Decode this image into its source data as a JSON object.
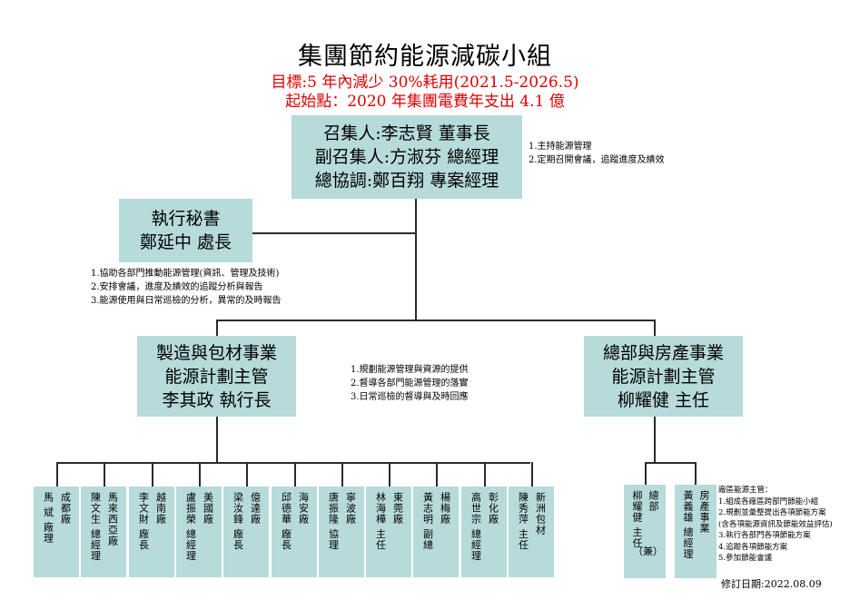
{
  "header": {
    "title": "集團節約能源減碳小組",
    "goal": "目標:5 年內減少 30%耗用(2021.5-2026.5)",
    "baseline": "起始點：2020 年集團電費年支出 4.1 億"
  },
  "convener": {
    "lines": [
      "召集人:李志賢 董事長",
      "副召集人:方淑芬 總經理",
      "總協調:鄭百翔 專案經理"
    ],
    "notes": [
      "1.主持能源管理",
      "2.定期召開會議，追蹤進度及績效"
    ]
  },
  "secretary": {
    "lines": [
      "執行秘書",
      "鄭延中 處長"
    ],
    "notes": [
      "1.協助各部門推動能源管理(資訊、管理及技術)",
      "2.安排會議，進度及績效的追蹤分析與報告",
      "3.能源使用與日常巡檢的分析，異常的及時報告"
    ]
  },
  "manufacturing": {
    "lines": [
      "製造與包材事業",
      "能源計劃主管",
      "李其政  執行長"
    ],
    "notes": [
      "1.規劃能源管理與資源的提供",
      "2.督導各部門能源管理的落實",
      "3.日常巡檢的督導與及時回應"
    ]
  },
  "general": {
    "lines": [
      "總部與房產事業",
      "能源計劃主管",
      "柳耀健  主任"
    ],
    "notes_title": "廠區能源主管：",
    "notes": [
      "1.組成各廠區跨部門節能小組",
      "2.規劃並彙整提出各項節能方案",
      "(含各項能源資訊及節能效益評估)",
      "3.執行各部門各項節能方案",
      "4.追蹤各項節能方案",
      "5.參加節能會議"
    ]
  },
  "plants": [
    {
      "unit": "成都廠",
      "person": "馬  斌  廠理"
    },
    {
      "unit": "馬來西亞廠",
      "person": "陳文生  總經理"
    },
    {
      "unit": "越南廠",
      "person": "李文財  廠長"
    },
    {
      "unit": "美國廠",
      "person": "盧振榮  總經理"
    },
    {
      "unit": "億達廠",
      "person": "梁汝鋒  廠長"
    },
    {
      "unit": "海安廠",
      "person": "邱德華  廠長"
    },
    {
      "unit": "寧波廠",
      "person": "唐振隆  協理"
    },
    {
      "unit": "東莞廠",
      "person": "林海樺  主任"
    },
    {
      "unit": "楊梅廠",
      "person": "黃志明  副總"
    },
    {
      "unit": "彰化廠",
      "person": "高世宗  總經理"
    },
    {
      "unit": "新洲包材",
      "person": "陳秀萍  主任"
    }
  ],
  "hq_units": [
    {
      "unit": "總部",
      "person": "柳耀健  主任",
      "extra": "（兼）"
    },
    {
      "unit": "房產事業",
      "person": "黃義雄  總經理"
    }
  ],
  "footer": {
    "revision": "修訂日期:2022.08.09"
  },
  "colors": {
    "box_fill": "#b7dadb",
    "red_text": "#e00000",
    "line": "#2a2a2a"
  }
}
